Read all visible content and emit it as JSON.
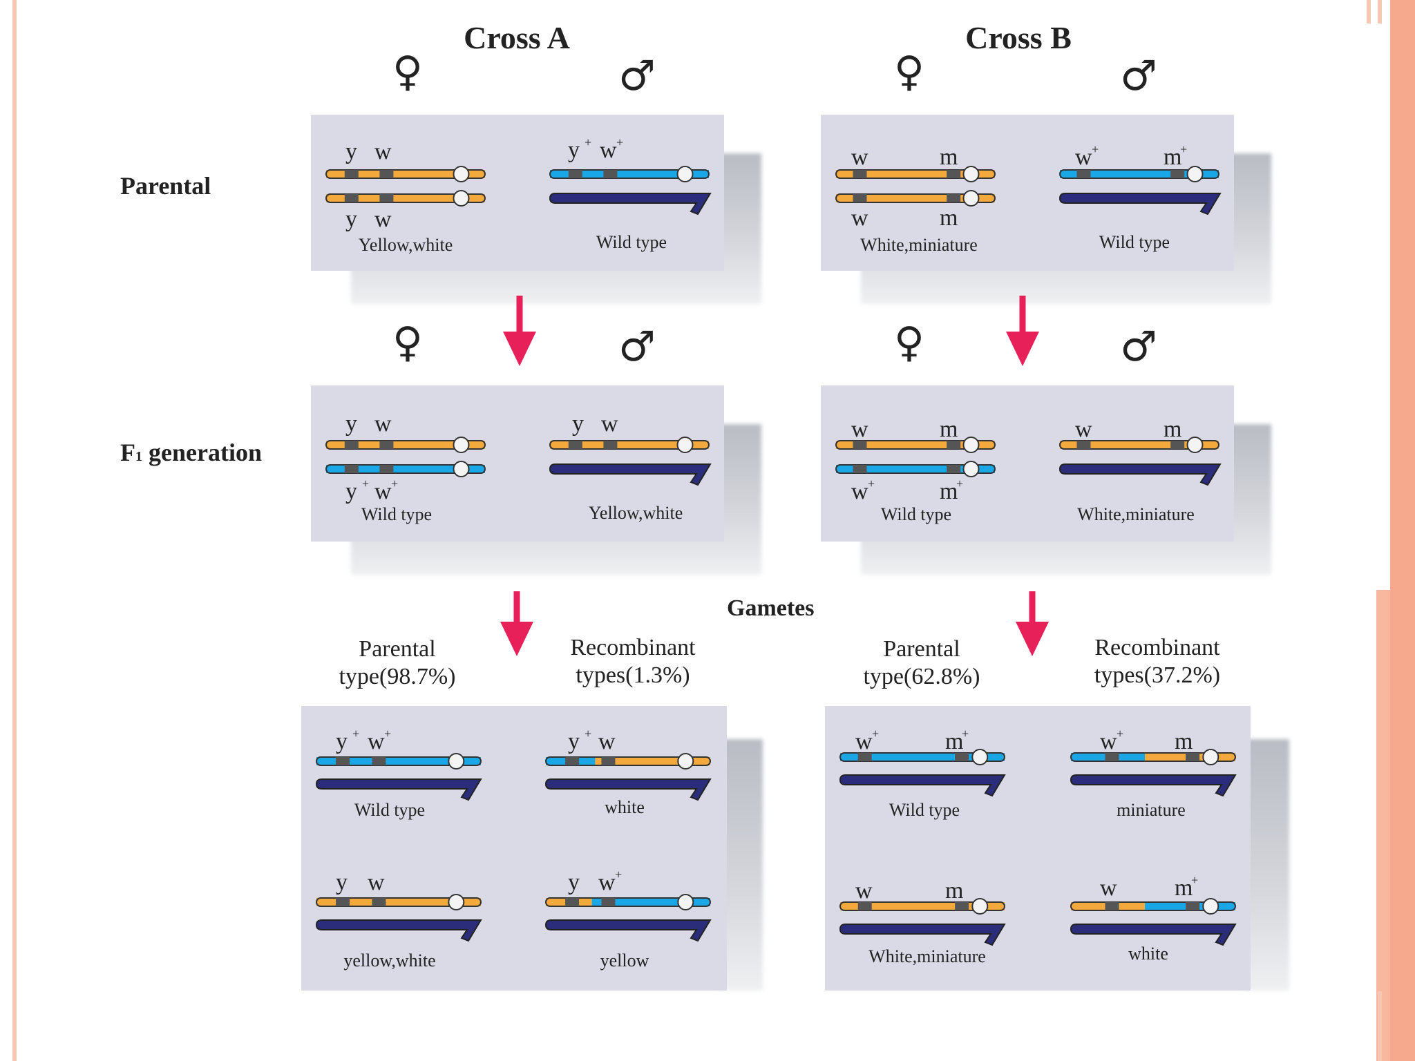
{
  "crosses": {
    "a_title": "Cross A",
    "b_title": "Cross B"
  },
  "rows": {
    "parental": "Parental",
    "f1_main": "F",
    "f1_sub": "1",
    "f1_rest": " generation",
    "gametes": "Gametes"
  },
  "symbols": {
    "female": "♀",
    "male": "♂"
  },
  "cross_a": {
    "parent_female_label": "Yellow,white",
    "parent_male_label": "Wild type",
    "f1_female_label": "Wild type",
    "f1_male_label": "Yellow,white",
    "parental_type_1": "Parental",
    "parental_type_2": "type(98.7%)",
    "recombinant_type_1": "Recombinant",
    "recombinant_type_2": "types(1.3%)",
    "g1": "Wild type",
    "g2": "white",
    "g3": "yellow,white",
    "g4": "yellow"
  },
  "cross_b": {
    "parent_female_label": "White,miniature",
    "parent_male_label": "Wild type",
    "f1_female_label": "Wild type",
    "f1_male_label": "White,miniature",
    "parental_type_1": "Parental",
    "parental_type_2": "type(62.8%)",
    "recombinant_type_1": "Recombinant",
    "recombinant_type_2": "types(37.2%)",
    "g1": "Wild type",
    "g2": "miniature",
    "g3": "White,miniature",
    "g4": "white"
  },
  "genes": {
    "y": "y",
    "w": "w",
    "m": "m",
    "plus": "+"
  },
  "colors": {
    "orange": "#f4a93c",
    "blue": "#1aa7e8",
    "navy": "#2b2d7a",
    "band": "#555555",
    "arrow": "#e8205a",
    "panel": "#d9dae6"
  }
}
